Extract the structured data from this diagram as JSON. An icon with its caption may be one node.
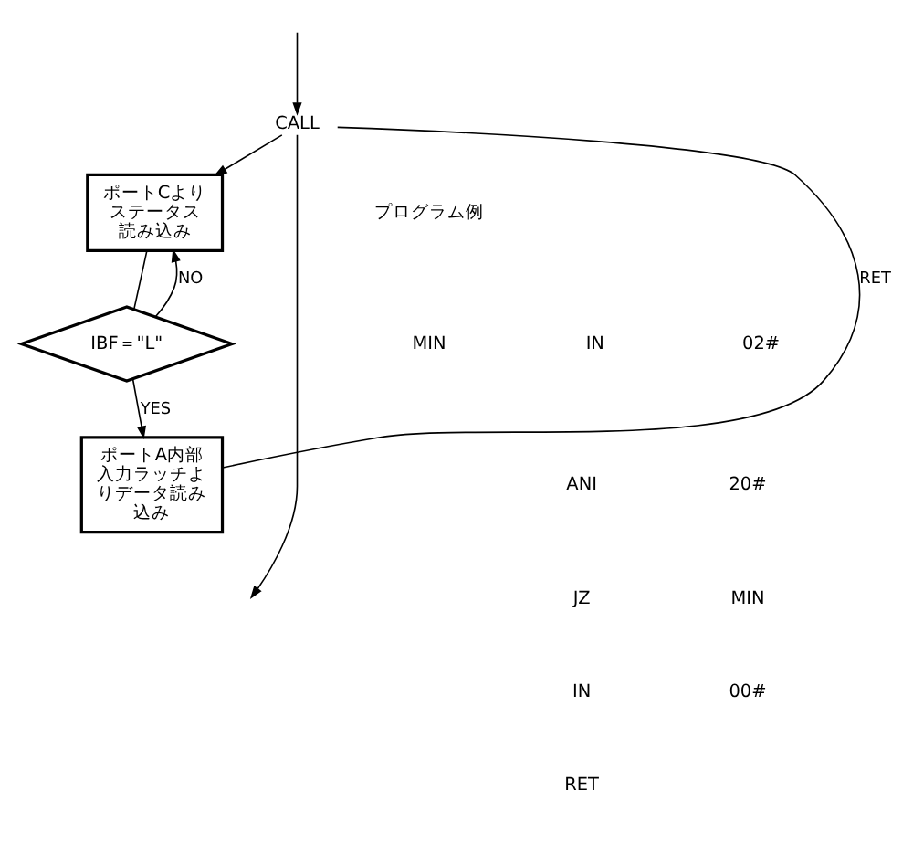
{
  "diagram": {
    "nodes": [
      {
        "text": [
          "CALL"
        ]
      },
      {
        "text": [
          "ポートCよりステータス読み込み"
        ]
      },
      {
        "text": [
          "IBF＝\"L\""
        ]
      },
      {
        "text": [
          "ポートA内部入力ラッチよりデータ読み込み"
        ]
      }
    ],
    "edges": [
      {
        "from": 0,
        "to": null,
        "arrow": "to"
      },
      {
        "from": 0,
        "to": 1,
        "arrow": "to"
      },
      {
        "from": 1,
        "to": 2,
        "arrow": "none"
      },
      {
        "from": 2,
        "to": 1,
        "arrow": "to",
        "label": "NO"
      },
      {
        "from": 2,
        "to": 3,
        "arrow": "to",
        "label": "YES"
      },
      {
        "from": 3,
        "to": 0,
        "arrow": "none",
        "label": "RET"
      },
      {
        "from": null,
        "to": 0,
        "arrow": "to"
      }
    ],
    "labels": [
      "プログラム例",
      "MIN",
      "IN",
      "02#",
      "ANI",
      "20#",
      "JZ",
      "MIN",
      "IN",
      "00#",
      "RET"
    ]
  }
}
